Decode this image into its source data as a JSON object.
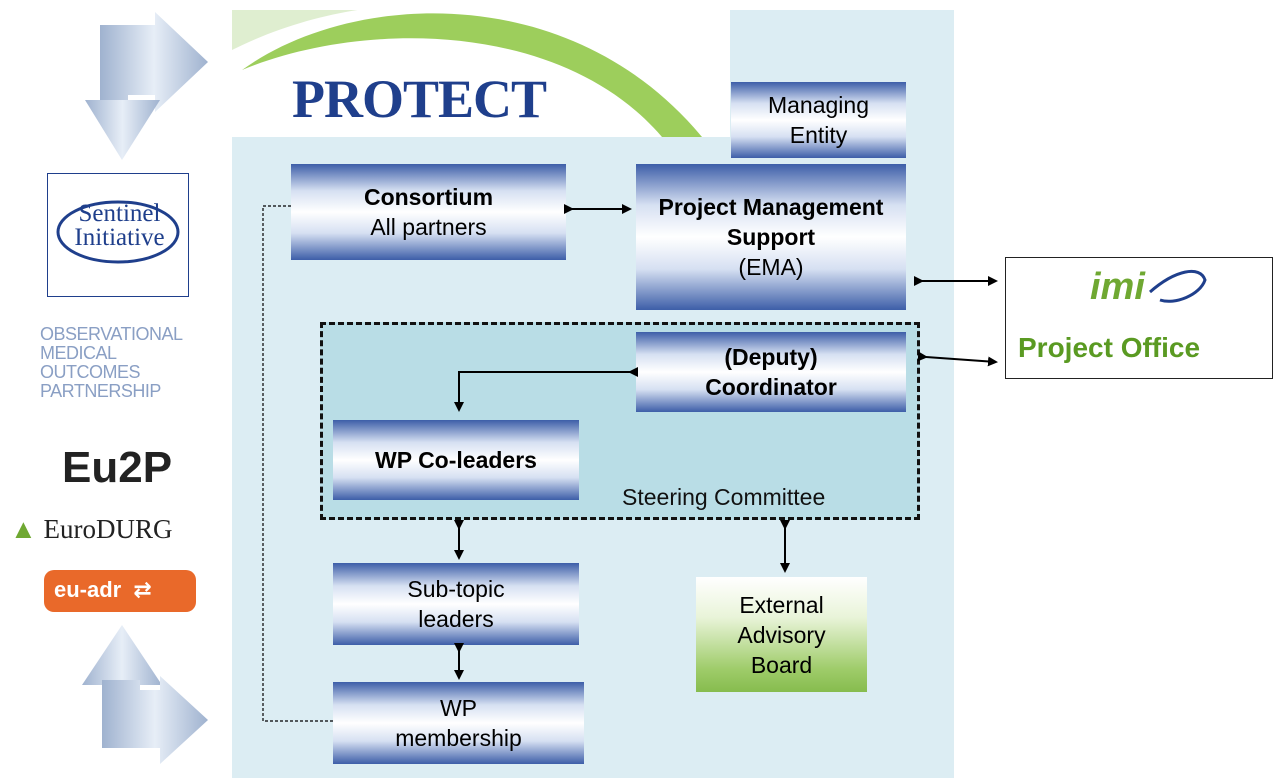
{
  "header": {
    "logo_text": "PROTECT"
  },
  "boxes": {
    "managing_entity": "Managing Entity",
    "consortium_title": "Consortium",
    "consortium_sub": "All partners",
    "pms_title": "Project Management Support",
    "pms_sub": "(EMA)",
    "coordinator": "(Deputy) Coordinator",
    "wp_coleaders": "WP Co-leaders",
    "subtopic": "Sub-topic leaders",
    "wp_membership": "WP membership",
    "advisory": "External Advisory Board"
  },
  "steering_label": "Steering Committee",
  "imi": {
    "logo": "imi",
    "office": "Project Office"
  },
  "left_logos": {
    "sentinel": "Sentinel Initiative",
    "omop": [
      "OBSERVATIONAL",
      "MEDICAL",
      "OUTCOMES",
      "PARTNERSHIP"
    ],
    "eu2p": "Eu2P",
    "eurodurg": "EuroDURG",
    "euadr": "eu-adr"
  },
  "colors": {
    "navy": "#1f3f8c",
    "box_blue": "#3d5ea8",
    "green": "#86bc4e",
    "imi_green": "#5a9a22"
  }
}
